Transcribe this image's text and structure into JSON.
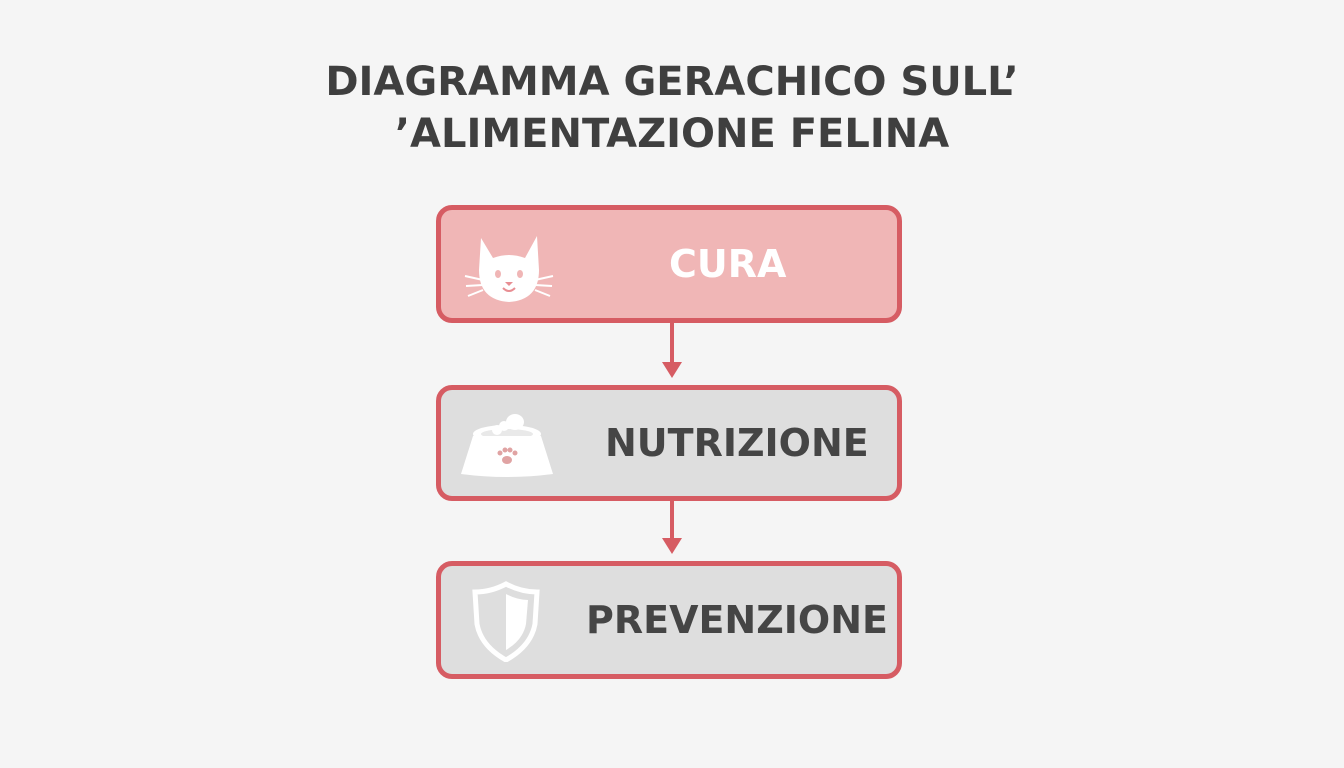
{
  "diagram": {
    "title_line1": "DIAGRAMMA GERACHICO SULL’",
    "title_line2": "’ALIMENTAZIONE FELINA",
    "nodes": [
      {
        "label": "CURA",
        "icon": "cat-face-icon"
      },
      {
        "label": "NUTRIZIONE",
        "icon": "food-bowl-icon"
      },
      {
        "label": "PREVENZIONE",
        "icon": "shield-icon"
      }
    ],
    "colors": {
      "accent": "#d65c63",
      "top_fill": "#f0b6b6",
      "box_fill": "#dedede",
      "text_dark": "#454545",
      "background": "#f5f5f5"
    }
  }
}
